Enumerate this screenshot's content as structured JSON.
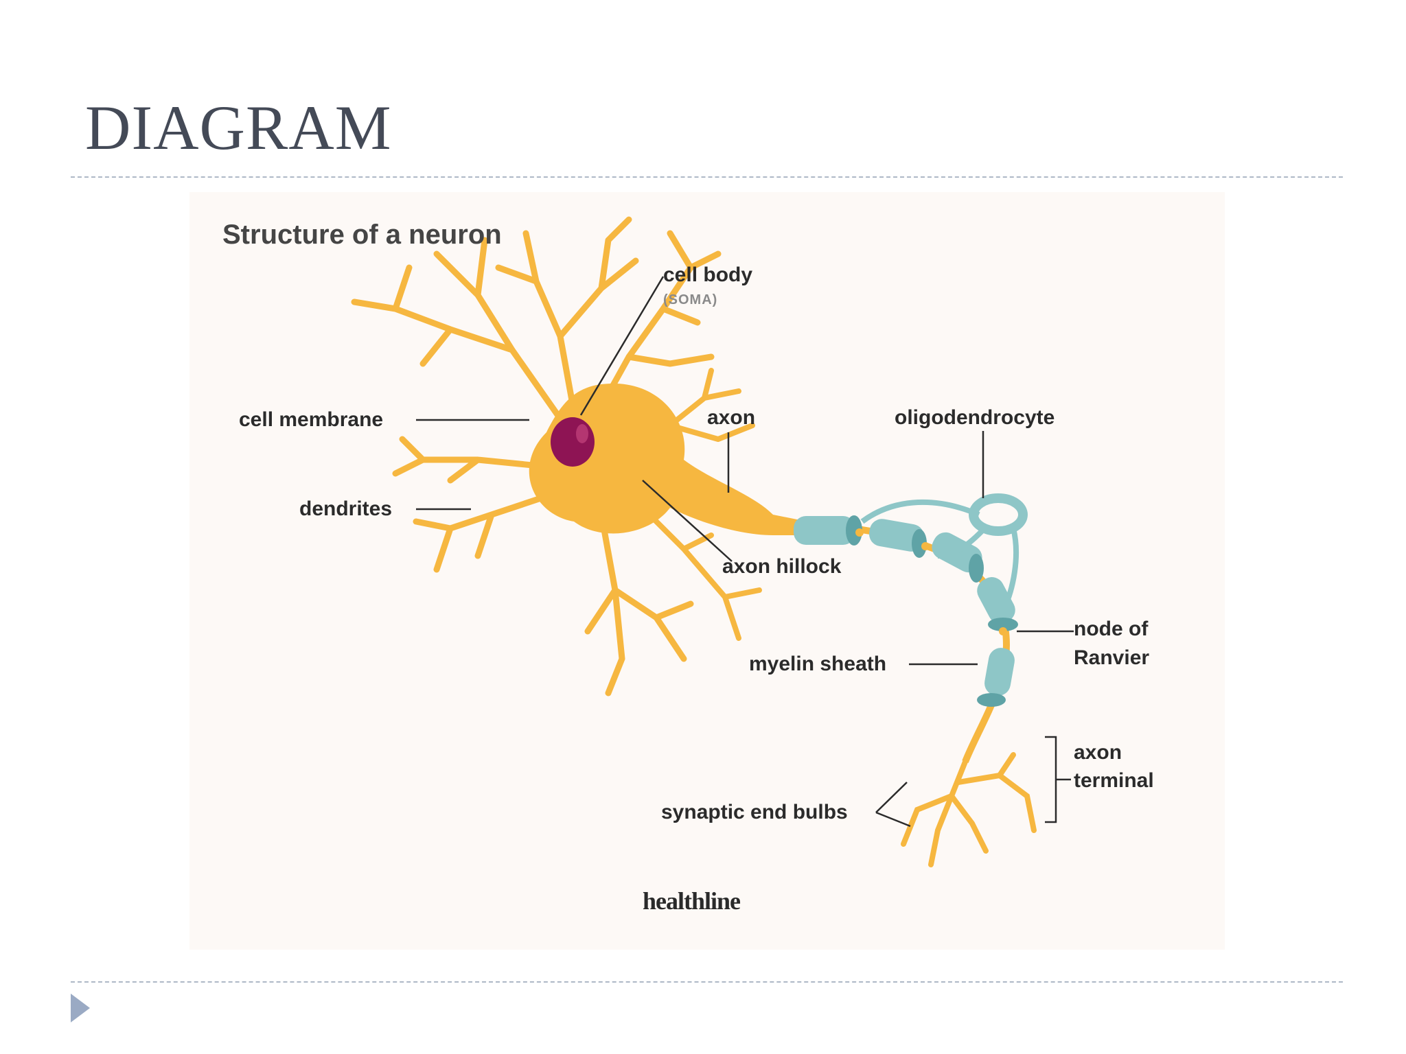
{
  "slide": {
    "title": "DIAGRAM"
  },
  "figure": {
    "title": "Structure of a neuron",
    "labels": {
      "cell_body": "cell body",
      "soma": "(SOMA)",
      "cell_membrane": "cell membrane",
      "axon": "axon",
      "oligodendrocyte": "oligodendrocyte",
      "dendrites": "dendrites",
      "axon_hillock": "axon hillock",
      "node_of_ranvier_line1": "node of",
      "node_of_ranvier_line2": "Ranvier",
      "myelin_sheath": "myelin sheath",
      "axon_terminal_line1": "axon",
      "axon_terminal_line2": "terminal",
      "synaptic_end_bulbs": "synaptic end bulbs"
    },
    "logo": "healthline",
    "colors": {
      "neuron": "#f6b740",
      "nucleus": "#8e1454",
      "myelin": "#8ec6c7",
      "myelin_dark": "#5fa3a6",
      "background": "#fdf9f6"
    }
  }
}
